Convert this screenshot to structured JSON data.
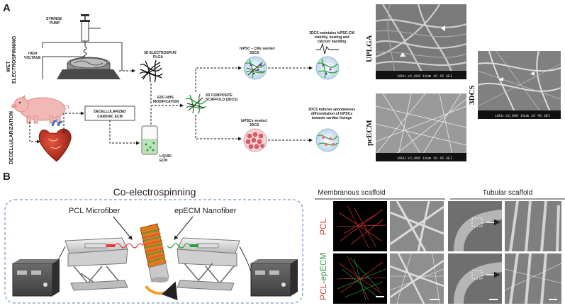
{
  "panel_a": {
    "letter": "A",
    "wet_label": [
      "WET",
      "ELECTROSPINNING"
    ],
    "decell_label": "DECELLULARIZATION",
    "syringe_pump": [
      "SYRINGE",
      "PUMP"
    ],
    "high_voltage": [
      "HIGH",
      "VOLTAGE"
    ],
    "plga": [
      "3D ELECTROSPUN",
      "PLGA"
    ],
    "decell_ecm": [
      "DECELLULARIZED",
      "CARDIAC ECM"
    ],
    "edc": [
      "EDC-NHS",
      "MODIFICATION"
    ],
    "liquid_ecm": [
      "LIQUID",
      "ECM"
    ],
    "scaffold": [
      "3D COMPOSITE",
      "SCAFFOLD (3DCS)"
    ],
    "cm_seeded": [
      "hiPSC – CMs seeded",
      "3DCS"
    ],
    "ipsc_seeded": [
      "hiPSCs seeded",
      "3DCS"
    ],
    "maintains": [
      "3DCS maintains hiPSC-CM",
      "viability, beating and",
      "calcium handling"
    ],
    "induces": [
      "3DCS induces spontaneous",
      "differentiation of hiPSCs",
      "towards cardiac lineage"
    ],
    "sem_labels": {
      "uplga": "UPLGA",
      "pcecm": "pcECM",
      "dcs": "3DCS"
    },
    "sem_footer": "10kU  x2,000  10um  16 45 SEI"
  },
  "panel_b": {
    "letter": "B",
    "title": "Co-electrospinning",
    "pcl_label": "PCL Microfiber",
    "epecm_label": "epECM Nanofiber",
    "col_membranous": "Membranous scaffold",
    "col_tubular": "Tubular scaffold",
    "row_pcl": "PCL",
    "row_combo_a": "PCL-",
    "row_combo_b": "epECM"
  },
  "colors": {
    "red": "#e53935",
    "green": "#2e9e3e",
    "pig": "#f2b8b5",
    "dash_box": "#5b7db1"
  }
}
